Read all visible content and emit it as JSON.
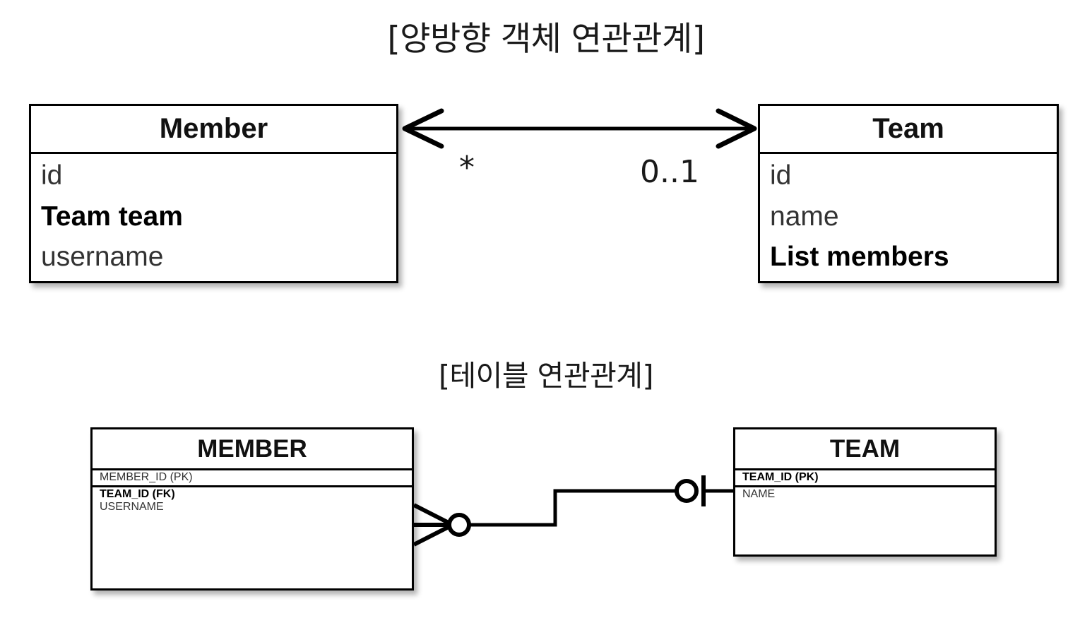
{
  "diagram": {
    "type": "uml-er-diagram",
    "background": "#ffffff",
    "line_color": "#000000",
    "sections": [
      {
        "title": "[양방향 객체 연관관계]",
        "kind": "object-association"
      },
      {
        "title": "[테이블 연관관계]",
        "kind": "table-association"
      }
    ]
  },
  "object_section": {
    "title": "[양방향 객체 연관관계]",
    "member_class": {
      "name": "Member",
      "fields": [
        {
          "text": "id",
          "bold": false
        },
        {
          "text": "Team team",
          "bold": true
        },
        {
          "text": "username",
          "bold": false
        }
      ]
    },
    "team_class": {
      "name": "Team",
      "fields": [
        {
          "text": "id",
          "bold": false
        },
        {
          "text": "name",
          "bold": false
        },
        {
          "text": "List members",
          "bold": true
        }
      ]
    },
    "association": {
      "style": "bidirectional-arrow",
      "left_cardinality": "*",
      "right_cardinality": "0..1"
    }
  },
  "table_section": {
    "title": "[테이블 연관관계]",
    "member_table": {
      "name": "MEMBER",
      "compartments": [
        [
          {
            "text": "MEMBER_ID (PK)",
            "bold": false
          }
        ],
        [
          {
            "text": "TEAM_ID (FK)",
            "bold": true
          },
          {
            "text": "USERNAME",
            "bold": false
          }
        ]
      ]
    },
    "team_table": {
      "name": "TEAM",
      "compartments": [
        [
          {
            "text": "TEAM_ID (PK)",
            "bold": true
          }
        ],
        [
          {
            "text": "NAME",
            "bold": false
          }
        ]
      ]
    },
    "relationship": {
      "notation": "crows-foot",
      "member_end": "zero-or-many",
      "team_end": "zero-or-one"
    }
  }
}
